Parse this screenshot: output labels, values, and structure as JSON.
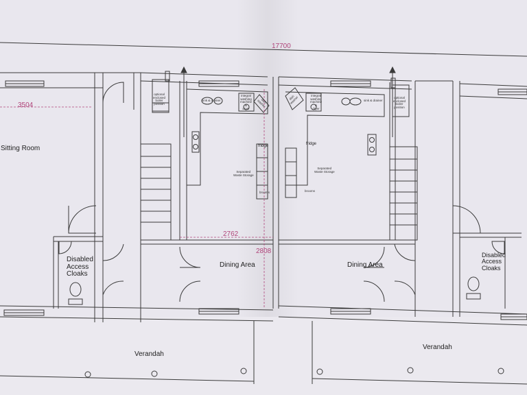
{
  "dimensions": {
    "overall": "17700",
    "sitting_width": "3504",
    "dining_width": "2762",
    "dining_depth": "2808"
  },
  "rooms": {
    "sitting_room": "Sitting Room",
    "dining_left": "Dining Area",
    "dining_right": "Dining Area",
    "cloaks_left": [
      "Disabled",
      "Access",
      "Cloaks"
    ],
    "cloaks_right": [
      "Disabled",
      "Access",
      "Cloaks"
    ],
    "verandah_left": "Verandah",
    "verandah_right": "Verandah"
  },
  "annotations": {
    "boiler_left": [
      "optional",
      "enclosed",
      "boiler",
      "position"
    ],
    "boiler_right": [
      "optional",
      "enclosed",
      "boiler",
      "position"
    ],
    "sink_left": "sink & drainer",
    "sink_right": "sink & drainer",
    "washer_left": [
      "integral",
      "washing",
      "machine",
      "&",
      "dryer"
    ],
    "washer_right": [
      "integral",
      "washing",
      "machine",
      "&",
      "dryer"
    ],
    "fridge_left": "fridge",
    "fridge_right": "fridge",
    "storage_left": [
      "Separated",
      "Waste Storage"
    ],
    "storage_right": [
      "Separated",
      "Waste Storage"
    ],
    "brooms_left": "brooms",
    "brooms_right": "brooms",
    "dishwasher_left": [
      "dish",
      "washer"
    ],
    "dishwasher_right": [
      "dish",
      "washer"
    ]
  },
  "colors": {
    "paper": "#e9e7ee",
    "line": "#3a3a3a",
    "dimension": "#b0457a"
  }
}
